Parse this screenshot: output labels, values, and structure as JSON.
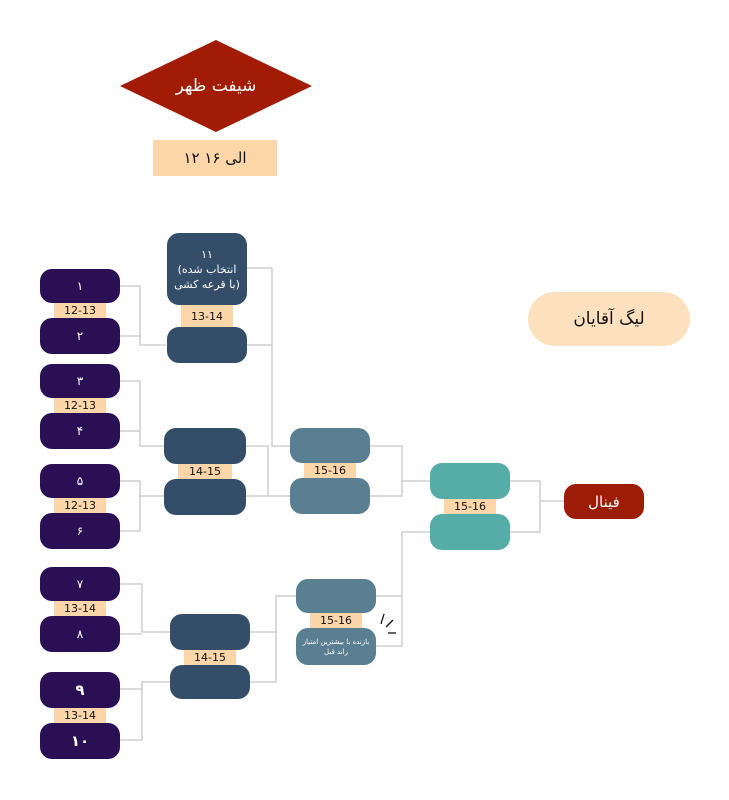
{
  "header": {
    "shift_title": "شیفت ظهر",
    "shift_hours": "۱۲ الی ۱۶"
  },
  "league": {
    "title": "لیگ آقایان"
  },
  "final": {
    "label": "فینال"
  },
  "bracket": {
    "seeds": [
      "۱",
      "۲",
      "۳",
      "۴",
      "۵",
      "۶",
      "۷",
      "۸",
      "۹",
      "۱۰"
    ],
    "round1_times": [
      "12-13",
      "12-13",
      "12-13",
      "13-14",
      "13-14"
    ],
    "wildcard": {
      "number": "۱۱",
      "line1": "(انتخاب شده",
      "line2": "با قرعه کشی)"
    },
    "round2_times": [
      "13-14",
      "14-15",
      "14-15"
    ],
    "round3_times": [
      "15-16",
      "15-16"
    ],
    "semifinal_time": "15-16",
    "best_loser_note": "بازنده با بیشترین امتیاز راند قبل"
  },
  "colors": {
    "seed_bg": "#2b0f55",
    "time_bg": "#fcd5a8",
    "round2_bg": "#344e69",
    "round3_bg": "#5a7f93",
    "semifinal_bg": "#56aca7",
    "final_bg": "#9c1c06",
    "shift_diamond_bg": "#a21c05",
    "league_bg": "#fde1be"
  }
}
